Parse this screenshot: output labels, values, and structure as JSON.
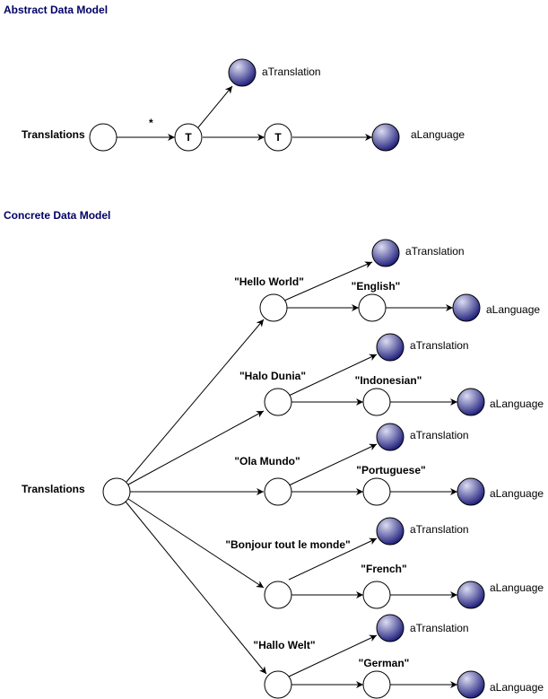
{
  "colors": {
    "heading": "#000066",
    "node_fill": "#ffffff",
    "stroke": "#000000",
    "filled_node_light": "#dcdcf2",
    "filled_node_dark": "#1c1c7a"
  },
  "abstract": {
    "heading": "Abstract Data Model",
    "root_label": "Translations",
    "multiplicity": "*",
    "t1_label": "T",
    "t2_label": "T",
    "translation_label": "aTranslation",
    "language_label": "aLanguage"
  },
  "concrete": {
    "heading": "Concrete Data Model",
    "root_label": "Translations",
    "branches": [
      {
        "text": "\"Hello World\"",
        "language": "\"English\"",
        "translation_label": "aTranslation",
        "language_label": "aLanguage"
      },
      {
        "text": "\"Halo Dunia\"",
        "language": "\"Indonesian\"",
        "translation_label": "aTranslation",
        "language_label": "aLanguage"
      },
      {
        "text": "\"Ola Mundo\"",
        "language": "\"Portuguese\"",
        "translation_label": "aTranslation",
        "language_label": "aLanguage"
      },
      {
        "text": "\"Bonjour tout le monde\"",
        "language": "\"French\"",
        "translation_label": "aTranslation",
        "language_label": "aLanguage"
      },
      {
        "text": "\"Hallo Welt\"",
        "language": "\"German\"",
        "translation_label": "aTranslation",
        "language_label": "aLanguage"
      }
    ]
  }
}
